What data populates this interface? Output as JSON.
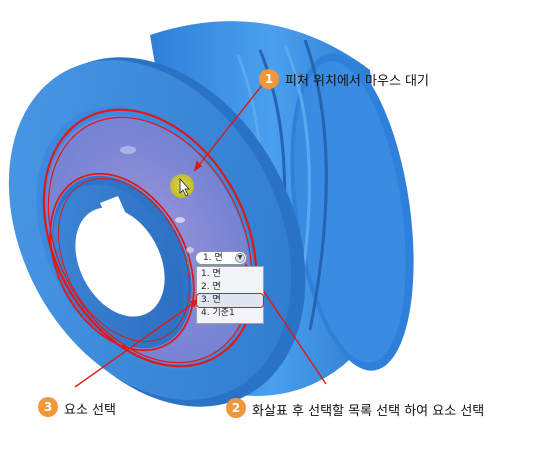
{
  "callouts": [
    {
      "number": "1",
      "text": "피처 위치에서 마우스 대기"
    },
    {
      "number": "2",
      "text": "화살표 후 선택할 목록 선택 하여  요소 선택"
    },
    {
      "number": "3",
      "text": "요소 선택"
    }
  ],
  "selector": {
    "current": "1. 면",
    "items": [
      "1. 면",
      "2. 면",
      "3. 면",
      "4. 기준1"
    ],
    "highlighted_index": 2
  },
  "colors": {
    "part_blue": "#3f8fe0",
    "outline_red": "#e01818",
    "badge_orange": "#f0973a",
    "cursor_halo": "#d8d020"
  }
}
